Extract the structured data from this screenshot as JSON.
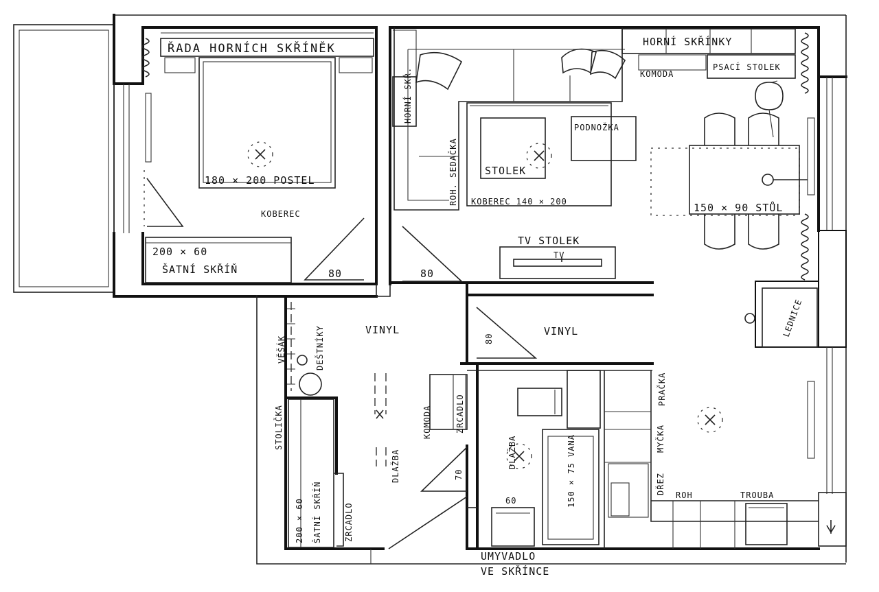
{
  "labels": {
    "rada_hornich_skrinek": "ŘADA HORNÍCH SKŘÍNĚK",
    "postel": "180 × 200  POSTEL",
    "koberec_loznice": "KOBEREC",
    "satni_skrin_rozmer": "200 × 60",
    "satni_skrin": "ŠATNÍ SKŘÍŇ",
    "dvere_loznice": "80",
    "dvere_obyvak": "80",
    "horni_skr": "HORNÍ SKŘ.",
    "roh_sedacka": "ROH. SEDAČKA",
    "stolek": "STOLEK",
    "podnozka": "PODNOŽKA",
    "koberec_obyvak": "KOBEREC  140 × 200",
    "tv_stolek": "TV STOLEK",
    "tv": "TV",
    "horni_skrinky": "HORNÍ SKŘÍNKY",
    "komoda_obyvak": "KOMODA",
    "psaci_stolek": "PSACÍ STOLEK",
    "stul": "150 × 90  STŮL",
    "lednice": "LEDNICE",
    "vinyl_predsin": "VINYL",
    "vinyl_kuchyn": "VINYL",
    "dvere_kuchyn": "80",
    "vesak": "VĚŠÁK",
    "destniky": "DEŠTNÍKY",
    "stolicka": "STOLIČKA",
    "satni_skrin_predsin_rozmer": "200 × 60",
    "satni_skrin_predsin": "ŠATNÍ SKŘÍŇ",
    "zrcadlo_predsin": "ZRCADLO",
    "dlazba_predsin": "DLAŽBA",
    "komoda_predsin": "KOMODA",
    "zrcadlo_koupelna": "ZRCADLO",
    "dvere_koupelna": "70",
    "dlazba_koupelna": "DLAŽBA",
    "vana": "150 × 75 VANA",
    "rozmer_60": "60",
    "umyvadlo": "UMYVADLO",
    "ve_skrince": "VE SKŘÍNCE",
    "mycka": "MYČKA",
    "pracka": "PRAČKA",
    "drez": "DŘEZ",
    "roh": "ROH",
    "trouba": "TROUBA"
  }
}
